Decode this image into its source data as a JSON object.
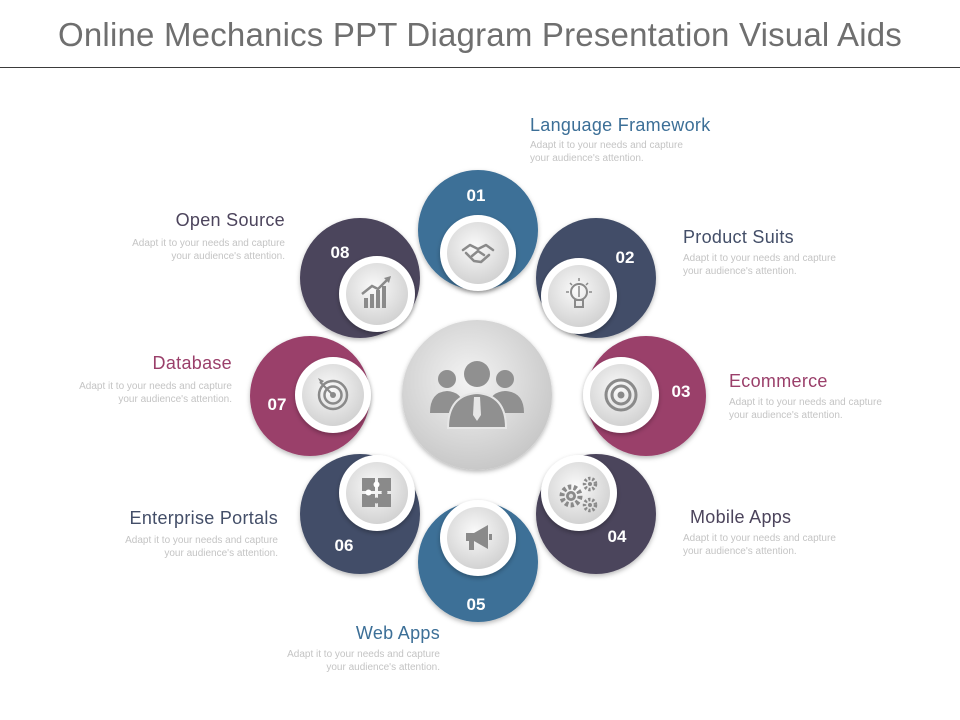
{
  "title": "Online Mechanics PPT Diagram Presentation Visual Aids",
  "colors": {
    "blue": "#3c6f97",
    "navy": "#434e68",
    "plum": "#4c445c",
    "magenta": "#9a3f6a",
    "gray_center": "#cfcfcf",
    "icon_gray": "#8a8a8a"
  },
  "steps": [
    {
      "num": "01",
      "label": "Language Framework",
      "desc_line1": "Adapt it to your needs and capture",
      "desc_line2": "your audience's attention.",
      "color": "blue",
      "icon": "handshake-icon"
    },
    {
      "num": "02",
      "label": "Product Suits",
      "desc_line1": "Adapt it to your needs and capture",
      "desc_line2": "your audience's attention.",
      "color": "navy",
      "icon": "lightbulb-icon"
    },
    {
      "num": "03",
      "label": "Ecommerce",
      "desc_line1": "Adapt it to your needs and capture",
      "desc_line2": "your audience's attention.",
      "color": "magenta",
      "icon": "target-icon"
    },
    {
      "num": "04",
      "label": "Mobile Apps",
      "desc_line1": "Adapt it to your needs and capture",
      "desc_line2": "your audience's attention.",
      "color": "plum",
      "icon": "gears-icon"
    },
    {
      "num": "05",
      "label": "Web Apps",
      "desc_line1": "Adapt it to your needs and capture",
      "desc_line2": "your audience's attention.",
      "color": "blue",
      "icon": "megaphone-icon"
    },
    {
      "num": "06",
      "label": "Enterprise Portals",
      "desc_line1": "Adapt it to your needs and capture",
      "desc_line2": "your audience's attention.",
      "color": "navy",
      "icon": "puzzle-icon"
    },
    {
      "num": "07",
      "label": "Database",
      "desc_line1": "Adapt it to your needs and capture",
      "desc_line2": "your audience's attention.",
      "color": "magenta",
      "icon": "dartboard-icon"
    },
    {
      "num": "08",
      "label": "Open Source",
      "desc_line1": "Adapt it to your needs and capture",
      "desc_line2": "your audience's attention.",
      "color": "plum",
      "icon": "growth-chart-icon"
    }
  ],
  "center_icon": "team-icon"
}
